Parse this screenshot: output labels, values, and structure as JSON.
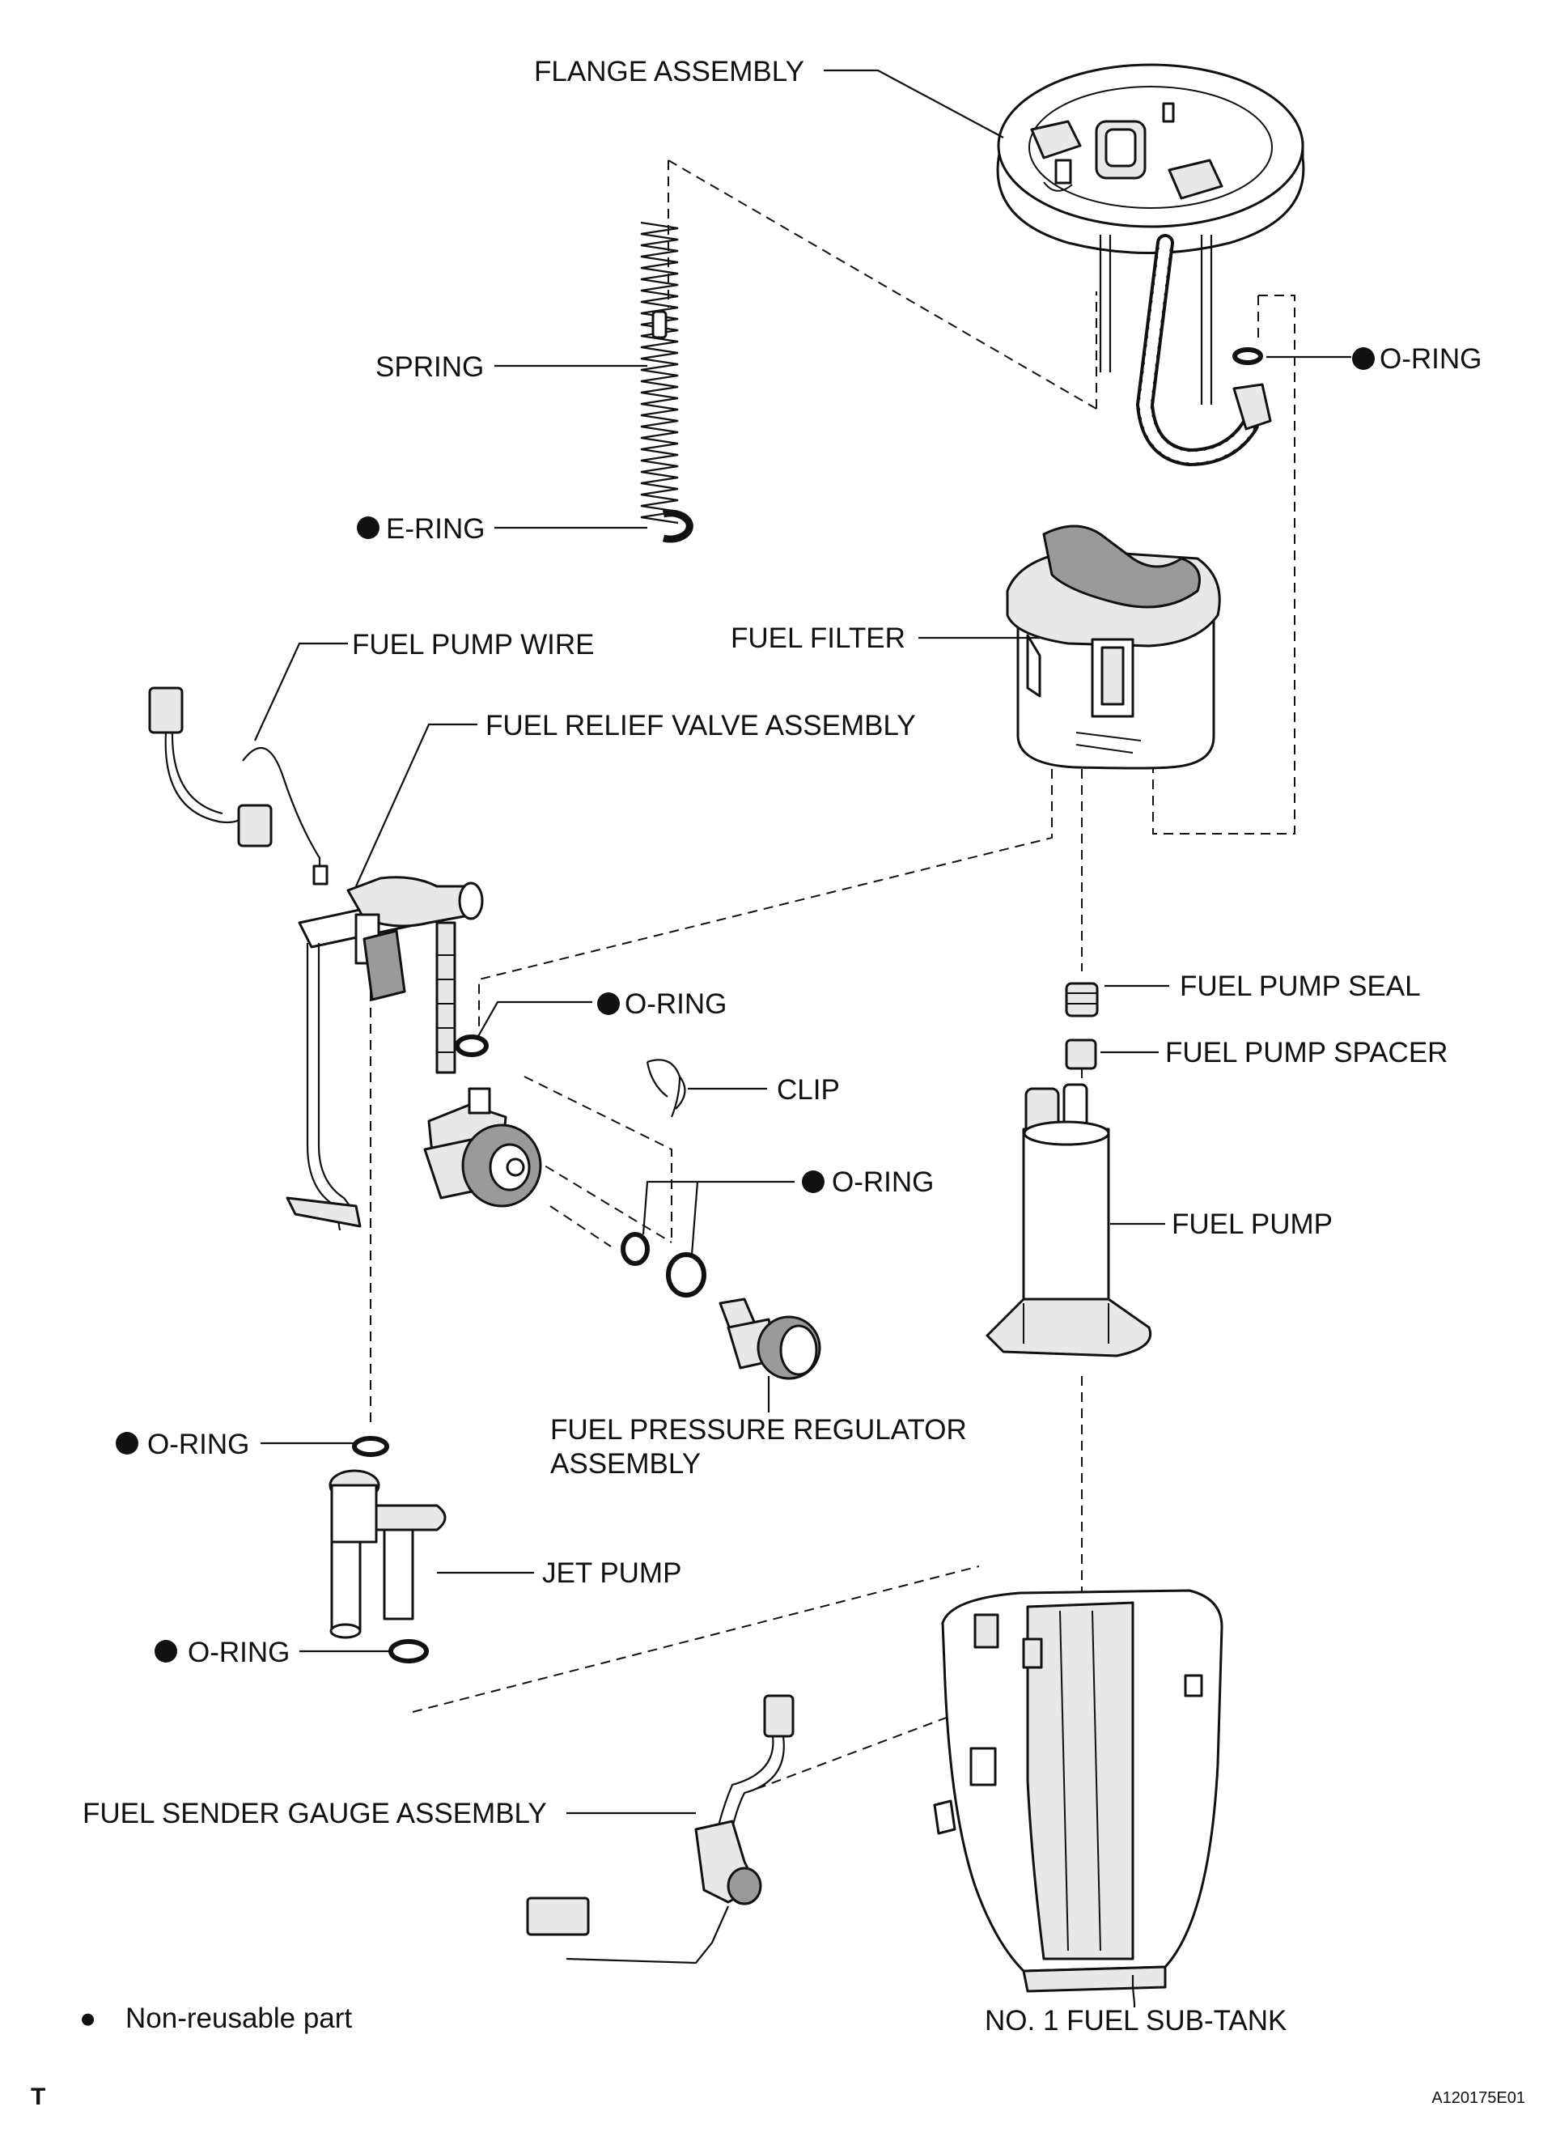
{
  "labels": {
    "flange_assembly": "FLANGE ASSEMBLY",
    "spring": "SPRING",
    "o_ring_top": "O-RING",
    "e_ring": "E-RING",
    "fuel_filter": "FUEL FILTER",
    "fuel_pump_wire": "FUEL PUMP WIRE",
    "fuel_relief_valve_assembly": "FUEL RELIEF VALVE ASSEMBLY",
    "o_ring_relief": "O-RING",
    "fuel_pump_seal": "FUEL PUMP SEAL",
    "fuel_pump_spacer": "FUEL PUMP SPACER",
    "clip": "CLIP",
    "o_ring_regulator": "O-RING",
    "fuel_pump": "FUEL PUMP",
    "fuel_pressure_regulator_line1": "FUEL PRESSURE REGULATOR",
    "fuel_pressure_regulator_line2": "ASSEMBLY",
    "o_ring_jet_top": "O-RING",
    "jet_pump": "JET PUMP",
    "o_ring_jet_bottom": "O-RING",
    "fuel_sender_gauge_assembly": "FUEL SENDER GAUGE ASSEMBLY",
    "no1_fuel_sub_tank": "NO. 1 FUEL SUB-TANK"
  },
  "legend": {
    "symbol": "●",
    "text": "Non-reusable part"
  },
  "corner_mark": "T",
  "figure_code": "A120175E01"
}
